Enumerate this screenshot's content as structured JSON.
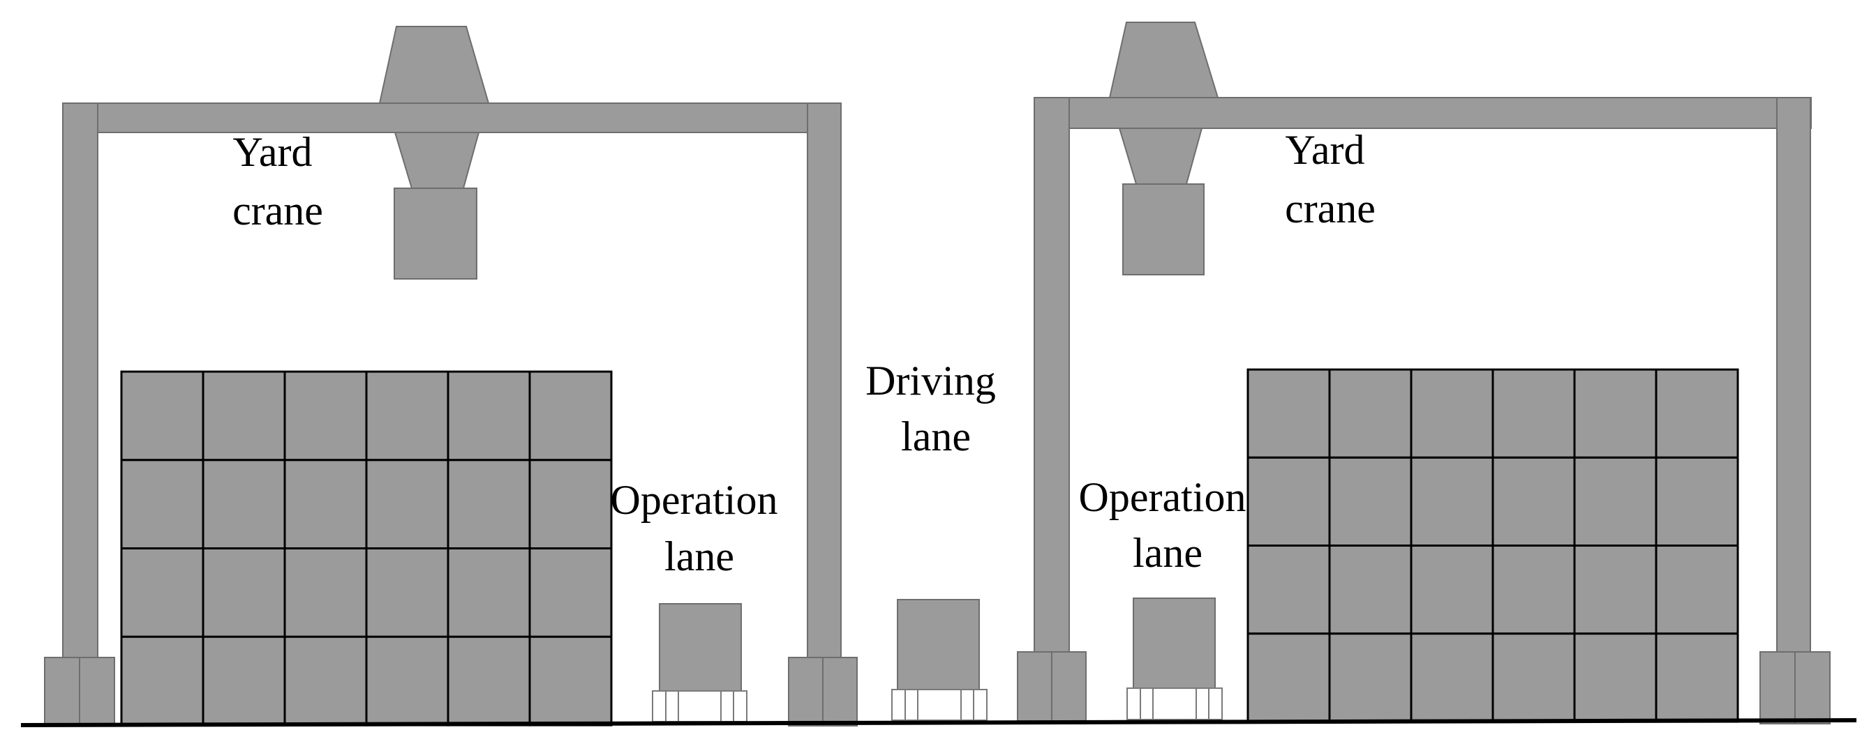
{
  "labels": {
    "crane_left": [
      "Yard",
      "crane"
    ],
    "crane_right": [
      "Yard",
      "crane"
    ],
    "driving_lane": [
      "Driving",
      "lane"
    ],
    "operation_lane_left": [
      "Operation",
      "lane"
    ],
    "operation_lane_right": [
      "Operation",
      "lane"
    ]
  },
  "colors": {
    "steel": "#9b9b9b",
    "outline": "#6e6e6e",
    "container_grid": "#000000",
    "ground": "#000000",
    "background": "#ffffff"
  },
  "stacks": {
    "left": {
      "rows": 4,
      "cols": 6
    },
    "right": {
      "rows": 4,
      "cols": 6
    }
  }
}
